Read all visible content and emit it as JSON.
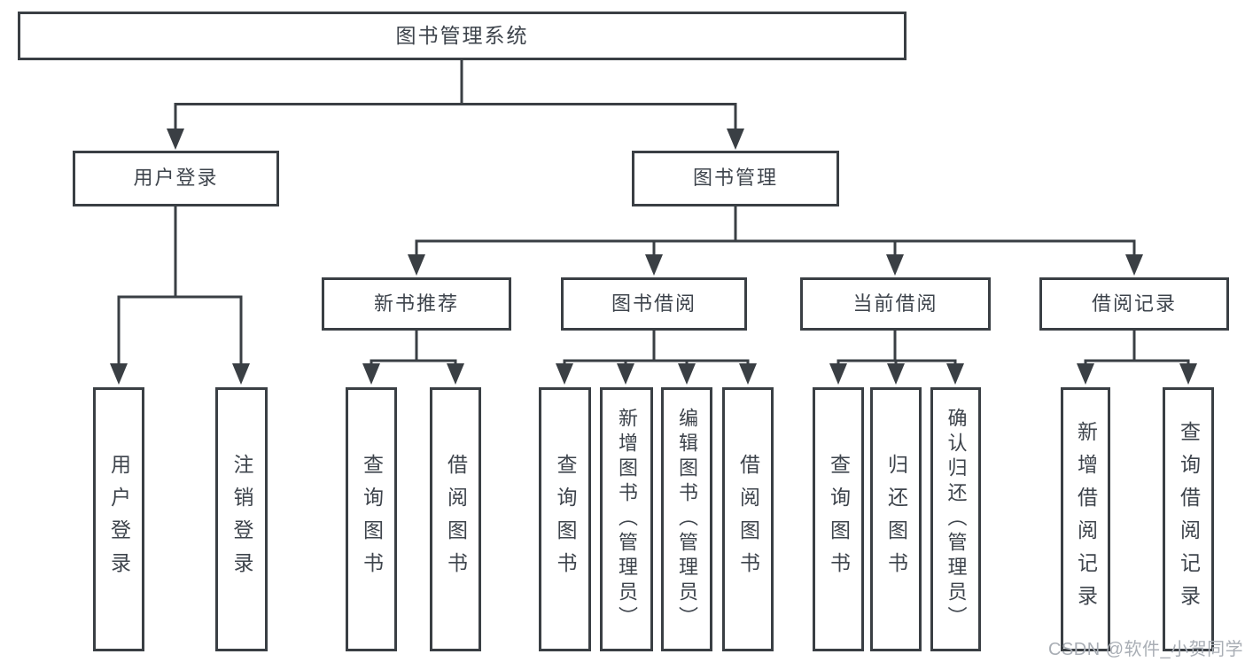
{
  "diagram": {
    "root": "图书管理系统",
    "branches": [
      {
        "label": "用户登录",
        "children": [
          "用户登录",
          "注销登录"
        ]
      },
      {
        "label": "图书管理",
        "sections": [
          {
            "label": "新书推荐",
            "children": [
              "查询图书",
              "借阅图书"
            ]
          },
          {
            "label": "图书借阅",
            "children": [
              "查询图书",
              "新增图书（管理员）",
              "编辑图书（管理员）",
              "借阅图书"
            ]
          },
          {
            "label": "当前借阅",
            "children": [
              "查询图书",
              "归还图书",
              "确认归还（管理员）"
            ]
          },
          {
            "label": "借阅记录",
            "children": [
              "新增借阅记录",
              "查询借阅记录"
            ]
          }
        ]
      }
    ]
  },
  "colors": {
    "line": "#3a3f44",
    "text": "#3e444c",
    "watermark": "#a9aeb5"
  },
  "watermark": "CSDN @软件_小贺同学"
}
